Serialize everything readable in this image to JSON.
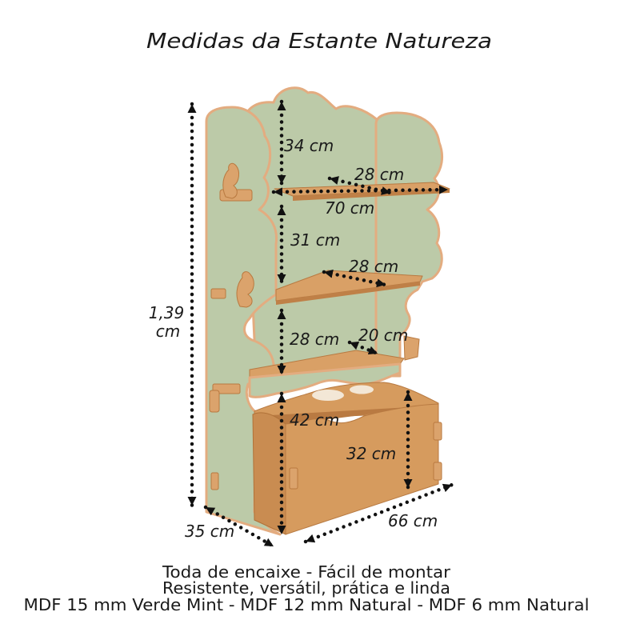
{
  "title": "Medidas da Estante Natureza",
  "dimensions": {
    "total_height": {
      "value": "1,39",
      "unit": "cm"
    },
    "top_opening_height": "34 cm",
    "top_shelf_depth": "28 cm",
    "shelf_width": "70 cm",
    "middle_opening_height": "31 cm",
    "middle_shelf_depth": "28 cm",
    "lower_opening_height": "28 cm",
    "lower_shelf_depth": "20 cm",
    "box_opening_height": "42 cm",
    "box_height": "32 cm",
    "depth": "35 cm",
    "box_width": "66 cm"
  },
  "footer": {
    "line1": "Toda de encaixe - Fácil de montar",
    "line2": "Resistente, versátil, prática e linda",
    "line3": "MDF 15 mm Verde Mint - MDF 12 mm Natural - MDF 6 mm Natural"
  },
  "colors": {
    "mint_green": "#bccaa8",
    "mdf_natural": "#d69b5e",
    "mdf_edge": "#e3ac80",
    "dimension_line": "#111111"
  }
}
